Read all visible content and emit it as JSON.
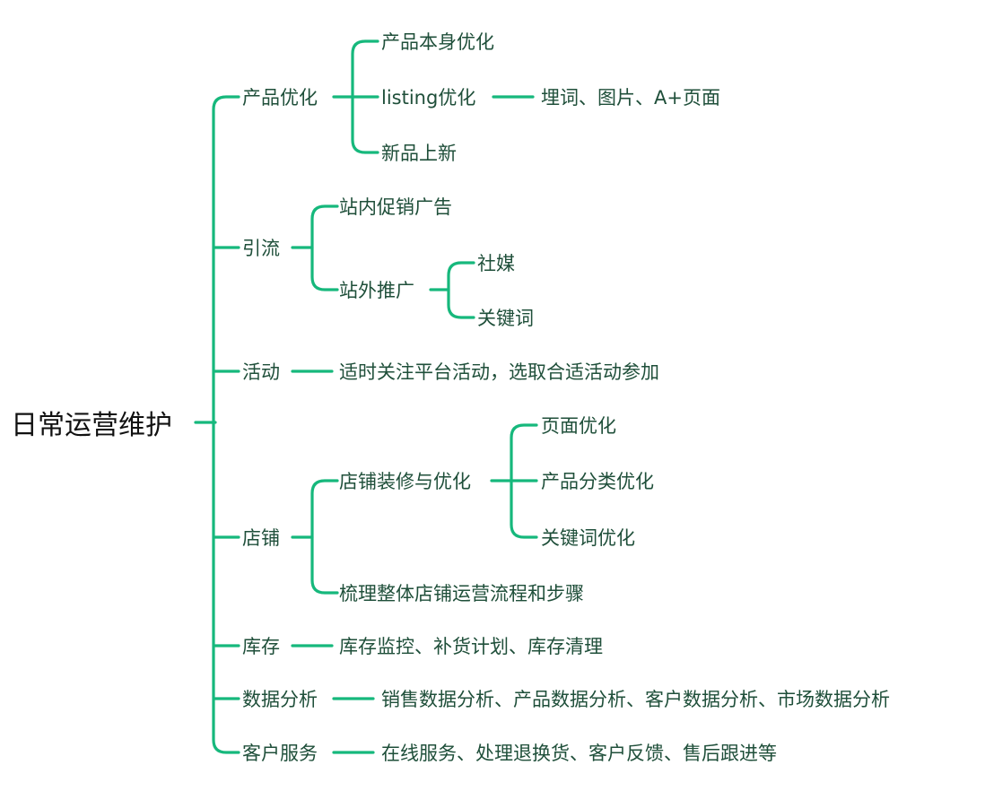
{
  "colors": {
    "line": "#16b87c",
    "branch_text": "#1f4f3a",
    "root_text": "#111111",
    "background": "#ffffff"
  },
  "mindmap": {
    "root": "日常运营维护",
    "branches": [
      {
        "label": "产品优化",
        "children": [
          {
            "label": "产品本身优化"
          },
          {
            "label": "listing优化",
            "children": [
              {
                "label": "埋词、图片、A+页面"
              }
            ]
          },
          {
            "label": "新品上新"
          }
        ]
      },
      {
        "label": "引流",
        "children": [
          {
            "label": "站内促销广告"
          },
          {
            "label": "站外推广",
            "children": [
              {
                "label": "社媒"
              },
              {
                "label": "关键词"
              }
            ]
          }
        ]
      },
      {
        "label": "活动",
        "children": [
          {
            "label": "适时关注平台活动，选取合适活动参加"
          }
        ]
      },
      {
        "label": "店铺",
        "children": [
          {
            "label": "店铺装修与优化",
            "children": [
              {
                "label": "页面优化"
              },
              {
                "label": "产品分类优化"
              },
              {
                "label": "关键词优化"
              }
            ]
          },
          {
            "label": "梳理整体店铺运营流程和步骤"
          }
        ]
      },
      {
        "label": "库存",
        "children": [
          {
            "label": "库存监控、补货计划、库存清理"
          }
        ]
      },
      {
        "label": "数据分析",
        "children": [
          {
            "label": "销售数据分析、产品数据分析、客户数据分析、市场数据分析"
          }
        ]
      },
      {
        "label": "客户服务",
        "children": [
          {
            "label": "在线服务、处理退换货、客户反馈、售后跟进等"
          }
        ]
      }
    ]
  }
}
